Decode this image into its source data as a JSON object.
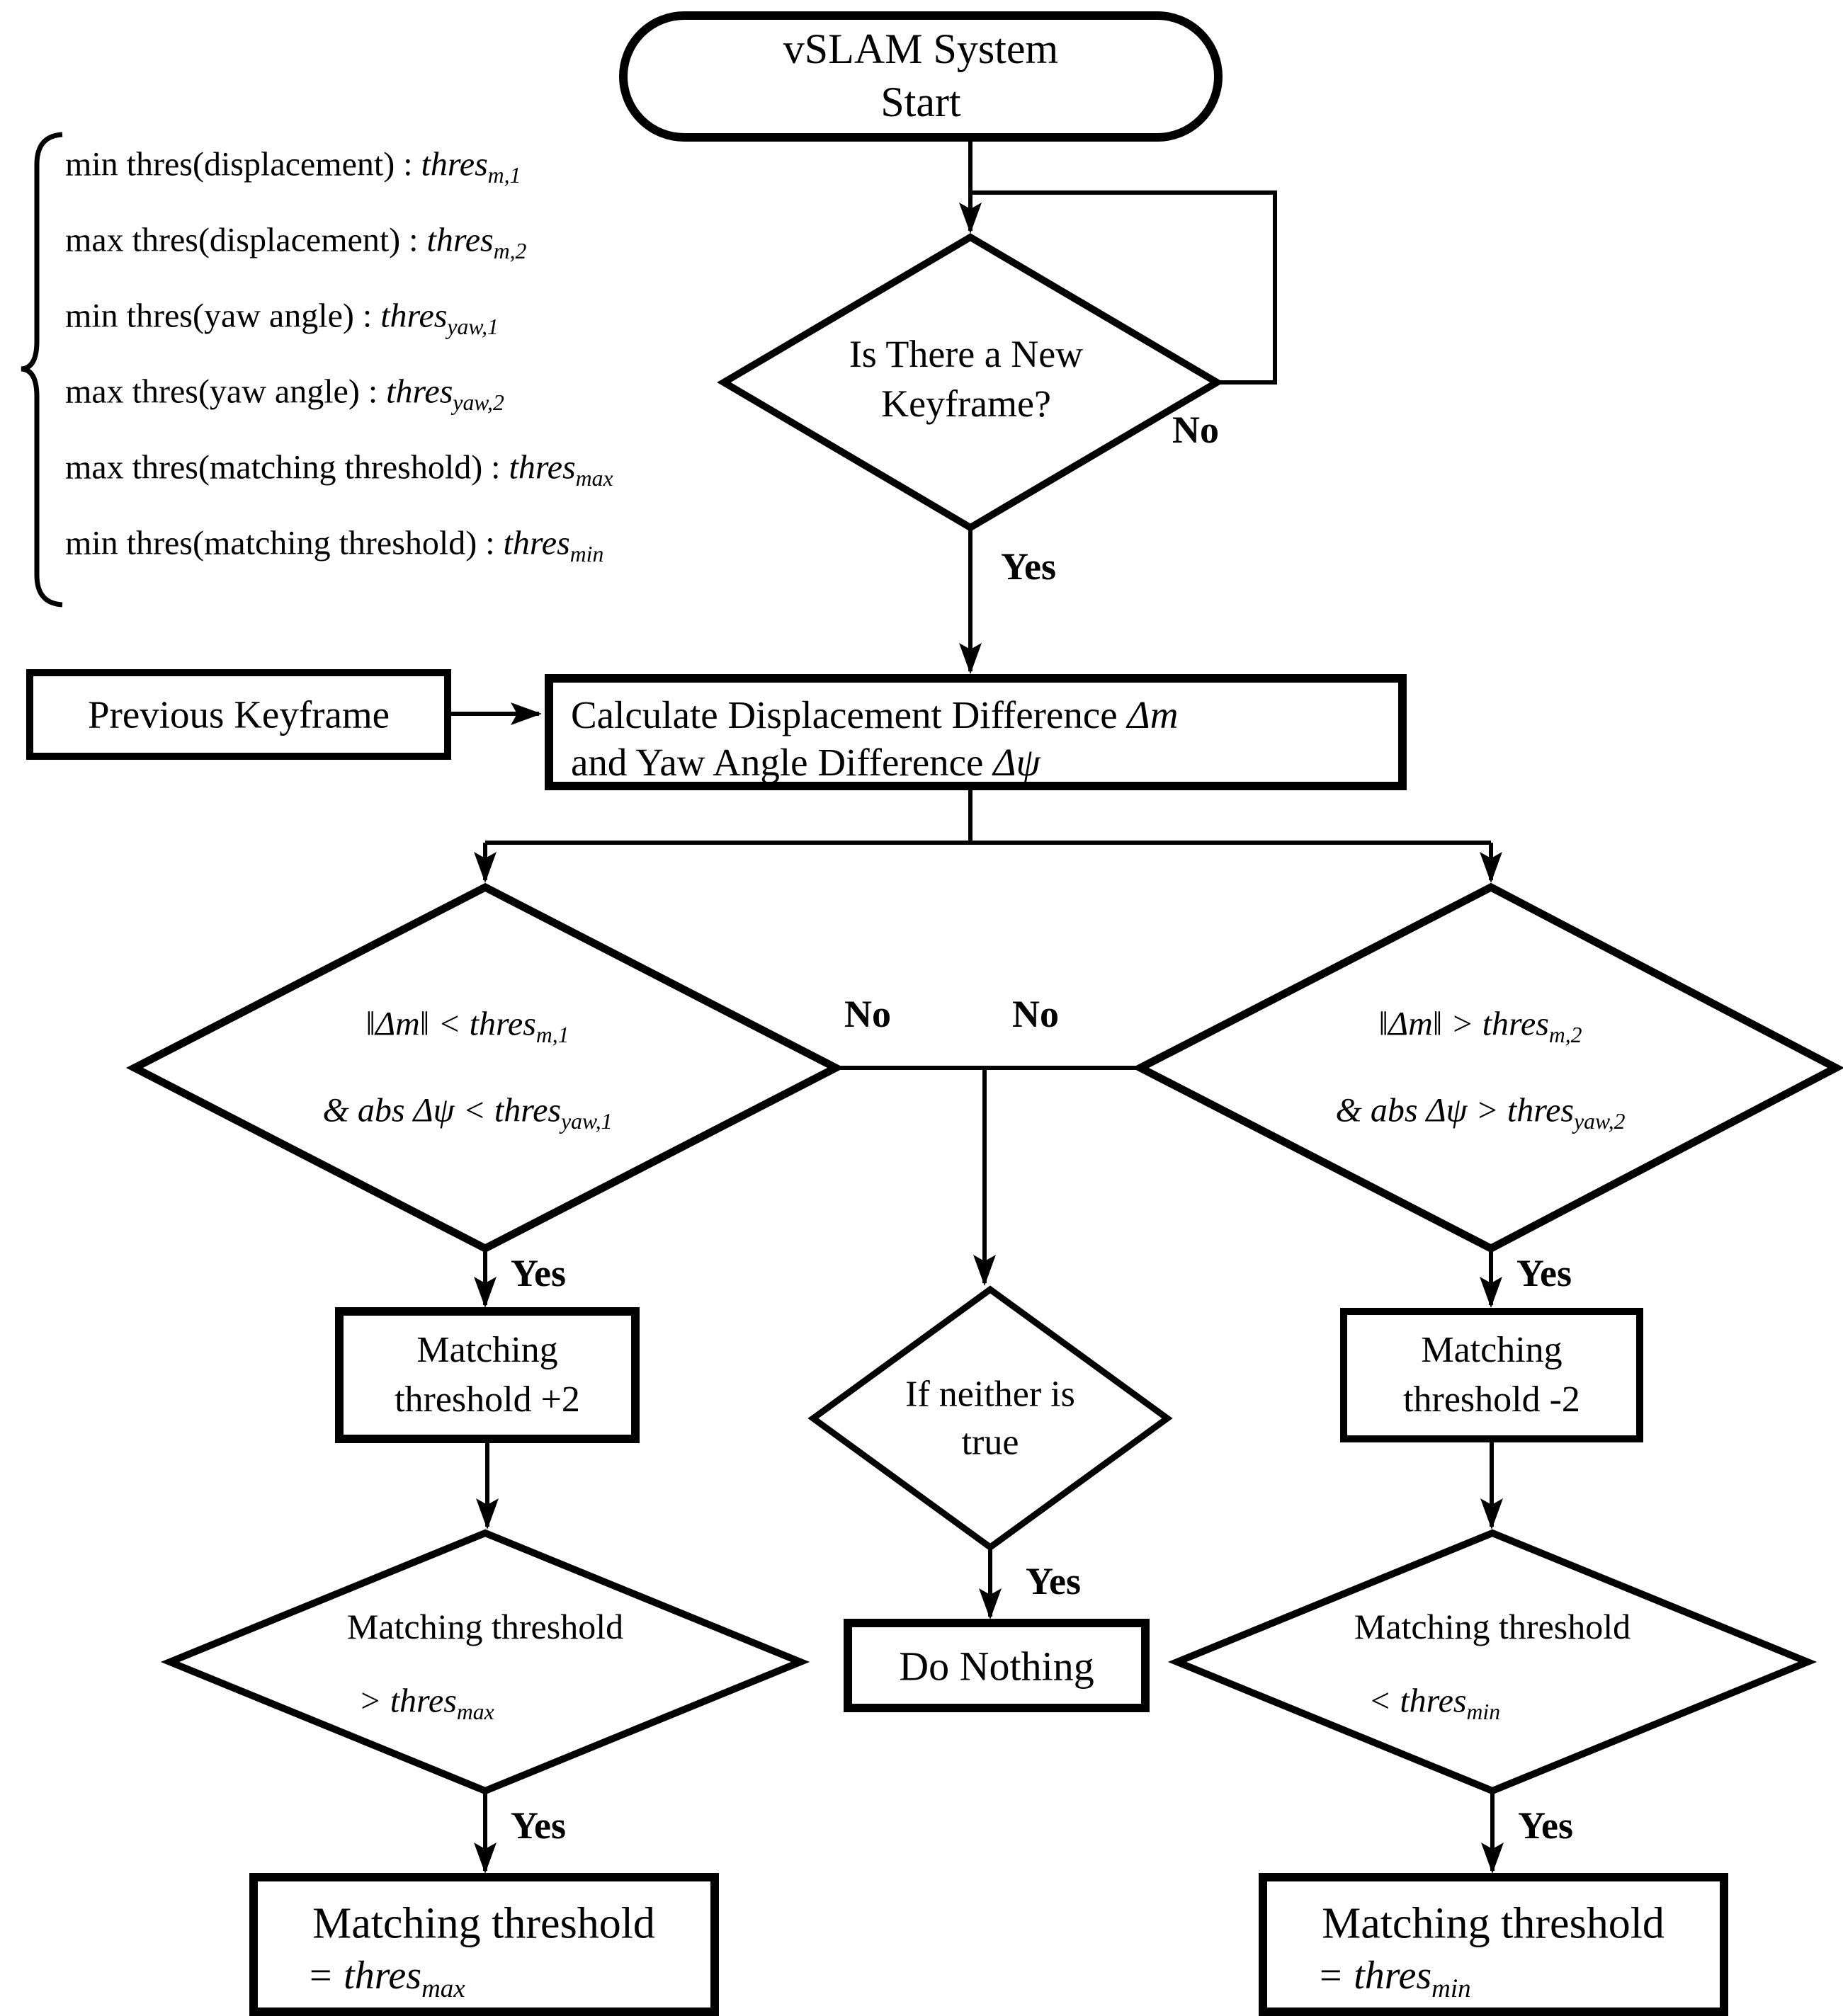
{
  "colors": {
    "stroke": "#000000",
    "background": "#ffffff"
  },
  "labels": {
    "yes": "Yes",
    "no": "No"
  },
  "start": {
    "line1": "vSLAM System",
    "line2": "Start"
  },
  "params": {
    "items": [
      {
        "label": "min thres(displacement) : ",
        "sym": "thres",
        "sub": "m,1"
      },
      {
        "label": "max thres(displacement) : ",
        "sym": "thres",
        "sub": "m,2"
      },
      {
        "label": "min thres(yaw angle) : ",
        "sym": "thres",
        "sub": "yaw,1"
      },
      {
        "label": "max thres(yaw angle) : ",
        "sym": "thres",
        "sub": "yaw,2"
      },
      {
        "label": "max thres(matching threshold) : ",
        "sym": "thres",
        "sub": "max"
      },
      {
        "label": "min thres(matching threshold) : ",
        "sym": "thres",
        "sub": "min"
      }
    ]
  },
  "keyframe_decision": {
    "line1": "Is There a New",
    "line2": "Keyframe?"
  },
  "previous_keyframe": {
    "label": "Previous Keyframe"
  },
  "calculate": {
    "line1_text": "Calculate Displacement Difference ",
    "line1_math": "Δm",
    "line2_text": "and Yaw Angle Difference ",
    "line2_math": "Δψ"
  },
  "cond_below_min": {
    "line1": "‖Δm‖ < thres",
    "line1_sub": "m,1",
    "line2": "& abs Δψ < thres",
    "line2_sub": "yaw,1"
  },
  "cond_above_max": {
    "line1": "‖Δm‖ > thres",
    "line1_sub": "m,2",
    "line2": "& abs Δψ > thres",
    "line2_sub": "yaw,2"
  },
  "increase_threshold": {
    "line1": "Matching",
    "line2": "threshold +2"
  },
  "decrease_threshold": {
    "line1": "Matching",
    "line2": "threshold -2"
  },
  "neither_true": {
    "line1": "If neither is",
    "line2": "true"
  },
  "do_nothing": {
    "label": "Do Nothing"
  },
  "check_max": {
    "line1": "Matching threshold",
    "line2": "> thres",
    "line2_sub": "max"
  },
  "check_min": {
    "line1": "Matching threshold",
    "line2": "< thres",
    "line2_sub": "min"
  },
  "clamp_max": {
    "line1": "Matching threshold",
    "line2": "= thres",
    "line2_sub": "max"
  },
  "clamp_min": {
    "line1": "Matching threshold",
    "line2": "= thres",
    "line2_sub": "min"
  }
}
